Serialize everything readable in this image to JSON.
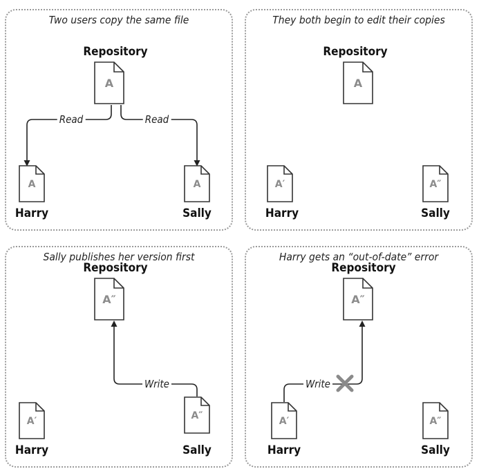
{
  "panels": [
    {
      "title": "Two users copy the same file",
      "repo_label": "Repository",
      "repo_doc": "A",
      "harry_label": "Harry",
      "harry_doc": "A",
      "sally_label": "Sally",
      "sally_doc": "A",
      "arrow_left": "Read",
      "arrow_right": "Read"
    },
    {
      "title": "They both begin to edit their copies",
      "repo_label": "Repository",
      "repo_doc": "A",
      "harry_label": "Harry",
      "harry_doc": "A′",
      "sally_label": "Sally",
      "sally_doc": "A″"
    },
    {
      "title": "Sally publishes her version first",
      "repo_label": "Repository",
      "repo_doc": "A″",
      "harry_label": "Harry",
      "harry_doc": "A′",
      "sally_label": "Sally",
      "sally_doc": "A″",
      "arrow_label": "Write"
    },
    {
      "title": "Harry gets an “out-of-date” error",
      "repo_label": "Repository",
      "repo_doc": "A″",
      "harry_label": "Harry",
      "harry_doc": "A′",
      "sally_label": "Sally",
      "sally_doc": "A″",
      "arrow_label": "Write"
    }
  ],
  "colors": {
    "doc_fill": "#ffffff",
    "doc_stroke": "#333333",
    "doc_text": "#8c8c8c",
    "border": "#9a9a9a",
    "error_x": "#8a8a8a"
  }
}
